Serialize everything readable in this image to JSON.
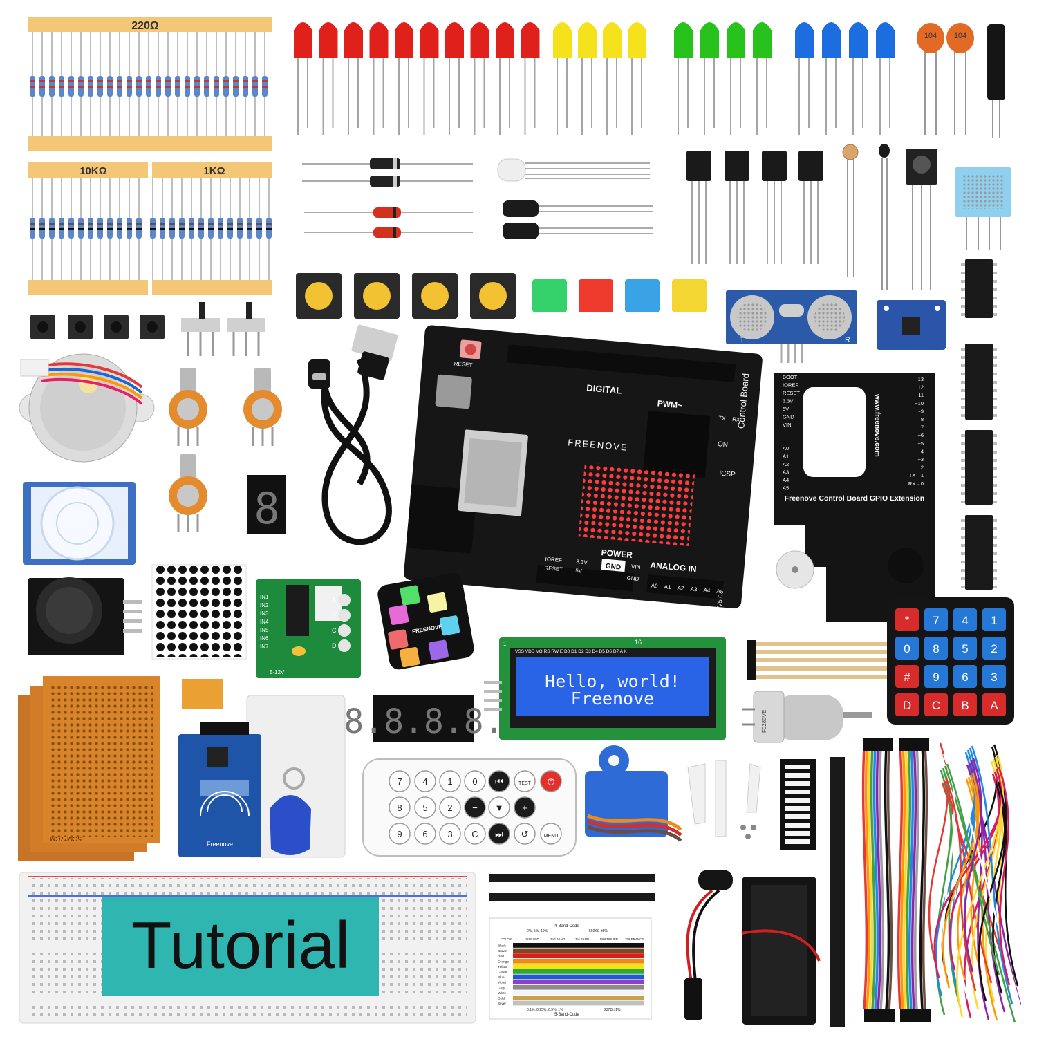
{
  "resistors": {
    "r220_label": "220Ω",
    "r10k_label": "10KΩ",
    "r1k_label": "1KΩ"
  },
  "capacitors": {
    "ceramic_marking": "104"
  },
  "control_board": {
    "board_name": "Control Board",
    "brand": "FREENOVE",
    "digital_label": "DIGITAL",
    "pwm_label": "PWM~",
    "power_label": "POWER",
    "gnd_label": "GND",
    "analog_label": "ANALOG IN",
    "reset_label": "RESET",
    "icsp_label": "ICSP",
    "on_label": "ON",
    "version": "V5.0",
    "analog_pins": [
      "A0",
      "A1",
      "A2",
      "A3",
      "A4",
      "A5"
    ],
    "power_pins": [
      "IOREF",
      "RESET",
      "3.3V",
      "5V",
      "GND",
      "VIN"
    ],
    "tx_label": "TX",
    "rx_label": "RX"
  },
  "gpio_extension": {
    "title": "Freenove Control Board GPIO Extension",
    "website": "www.freenove.com",
    "left_pins": [
      "BOOT",
      "IOREF",
      "RESET",
      "3.3V",
      "5V",
      "GND",
      "VIN",
      "A0",
      "A1",
      "A2",
      "A3",
      "A4",
      "A5"
    ],
    "right_pins": [
      "13",
      "12",
      "~11",
      "~10",
      "~9",
      "8",
      "7",
      "~6",
      "~5",
      "4",
      "~3",
      "2",
      "TX→1",
      "RX←0"
    ]
  },
  "lcd": {
    "line1": "Hello, world!",
    "line2": "Freenove",
    "pin_header": "VSS VDD VO RS RW E D0 D1 D2 D3 D4 D5 D6 D7 A K",
    "pin_one": "1",
    "pin_sixteen": "16"
  },
  "seven_segment": {
    "single": "8",
    "four_digit": "8.8.8.8."
  },
  "keypad": {
    "keys": [
      [
        "*",
        "7",
        "4",
        "1"
      ],
      [
        "0",
        "8",
        "5",
        "2"
      ],
      [
        "#",
        "9",
        "6",
        "3"
      ],
      [
        "D",
        "C",
        "B",
        "A"
      ]
    ]
  },
  "remote": {
    "rows": [
      [
        "7",
        "4",
        "1",
        "0",
        "⏮",
        "TEST",
        "⏻"
      ],
      [
        "8",
        "5",
        "2",
        "−",
        "▼",
        "+"
      ],
      [
        "9",
        "6",
        "3",
        "C",
        "⏭",
        "↺",
        "MENU"
      ]
    ]
  },
  "stepper_driver": {
    "inputs": [
      "IN1",
      "IN2",
      "IN3",
      "IN4",
      "IN5",
      "IN6",
      "IN7"
    ],
    "outputs": [
      "A",
      "B",
      "C",
      "D"
    ],
    "voltage": "5-12V"
  },
  "led_module": {
    "brand": "FREENOVE"
  },
  "rfid": {
    "brand": "Freenove"
  },
  "ultrasonic": {
    "t": "T",
    "r": "R"
  },
  "motor": {
    "marking": "F0280VE"
  },
  "perfboard": {
    "size_label": "5CM*7CM"
  },
  "tutorial": {
    "label": "Tutorial"
  },
  "resistor_card": {
    "top_title": "4-Band-Code",
    "top_left": "2%, 5%, 10%",
    "top_right": "560KΩ ±5%",
    "bottom_title": "5-Band-Code",
    "bottom_left": "0.1%, 0.25%, 0.5%, 1%",
    "bottom_right": "237Ω ±1%",
    "headers": [
      "COLOR",
      "1st BAND",
      "2nd BAND",
      "3rd BAND",
      "MULTIPLIER",
      "TOLERANCE"
    ],
    "colors": [
      "Black",
      "Brown",
      "Red",
      "Orange",
      "Yellow",
      "Green",
      "Blue",
      "Violet",
      "Grey",
      "White",
      "Gold",
      "Silver"
    ],
    "swatches": [
      "#111111",
      "#7a4a1d",
      "#d81e1e",
      "#f08a12",
      "#f4e21a",
      "#2faa2f",
      "#2457d6",
      "#8d3fc6",
      "#8b8b8b",
      "#f4f4f4",
      "#c8a24a",
      "#c0c0c0"
    ]
  },
  "palette": {
    "red_led": "#e0201b",
    "yellow_led": "#f6e21c",
    "green_led": "#27c21c",
    "blue_led": "#1b6de0",
    "board_black": "#161616",
    "pcb_blue": "#1f55a8",
    "pcb_green": "#1d8a3c",
    "lcd_blue": "#2a64e6",
    "perf_orange": "#d7842a",
    "tutorial_teal": "#2fb6b0"
  }
}
